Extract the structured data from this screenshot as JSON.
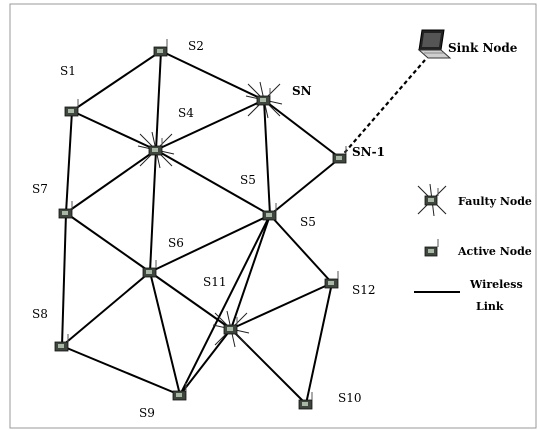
{
  "diagram": {
    "nodes": [
      {
        "id": "S1",
        "label": "S1",
        "status": "active"
      },
      {
        "id": "S2",
        "label": "S2",
        "status": "active"
      },
      {
        "id": "SN",
        "label": "SN",
        "status": "faulty"
      },
      {
        "id": "S4",
        "label": "S4",
        "status": "faulty"
      },
      {
        "id": "SN-1",
        "label": "SN-1",
        "status": "active"
      },
      {
        "id": "S7",
        "label": "S7",
        "status": "active"
      },
      {
        "id": "S5",
        "label": "S5",
        "status": "active"
      },
      {
        "id": "S6",
        "label": "S6",
        "status": "active"
      },
      {
        "id": "S11",
        "label": "S11",
        "status": "faulty"
      },
      {
        "id": "S12",
        "label": "S12",
        "status": "active"
      },
      {
        "id": "S8",
        "label": "S8",
        "status": "active"
      },
      {
        "id": "S9",
        "label": "S9",
        "status": "active"
      },
      {
        "id": "S10",
        "label": "S10",
        "status": "active"
      }
    ],
    "extra_labels": [
      {
        "id": "S5-upper",
        "text": "S5"
      }
    ],
    "sink": {
      "label": "Sink Node"
    },
    "links": [
      [
        "S1",
        "S2"
      ],
      [
        "S2",
        "SN"
      ],
      [
        "S2",
        "S4"
      ],
      [
        "S1",
        "S4"
      ],
      [
        "S1",
        "S7"
      ],
      [
        "S4",
        "SN"
      ],
      [
        "SN",
        "SN-1"
      ],
      [
        "SN",
        "S5"
      ],
      [
        "S4",
        "S7"
      ],
      [
        "S4",
        "S5"
      ],
      [
        "S4",
        "S6"
      ],
      [
        "SN-1",
        "S5"
      ],
      [
        "S7",
        "S6"
      ],
      [
        "S7",
        "S8"
      ],
      [
        "S6",
        "S5"
      ],
      [
        "S5",
        "S12"
      ],
      [
        "S5",
        "S11"
      ],
      [
        "S5",
        "S9"
      ],
      [
        "S6",
        "S11"
      ],
      [
        "S6",
        "S8"
      ],
      [
        "S6",
        "S9"
      ],
      [
        "S11",
        "S12"
      ],
      [
        "S11",
        "S9"
      ],
      [
        "S11",
        "S10"
      ],
      [
        "S12",
        "S10"
      ],
      [
        "S8",
        "S9"
      ]
    ],
    "sink_link": [
      "SN-1",
      "Sink"
    ]
  },
  "legend": {
    "faulty_label": "Faulty Node",
    "active_label": "Active Node",
    "link_label_line1": "Wireless",
    "link_label_line2": "Link"
  },
  "colors": {
    "line": "#000000",
    "node_body": "#3e463d",
    "node_face": "#aab8a8",
    "frame": "#9a9a9a"
  }
}
